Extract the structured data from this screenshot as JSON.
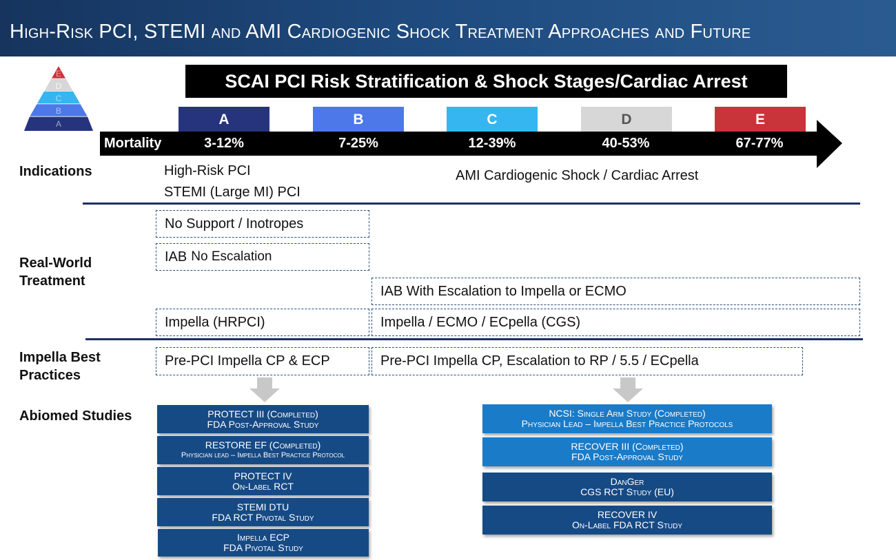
{
  "header": {
    "title": "High-Risk PCI, STEMI and AMI Cardiogenic Shock Treatment Approaches and Future"
  },
  "pyramid": {
    "levels": [
      {
        "letter": "E",
        "color": "#c9343a"
      },
      {
        "letter": "D",
        "color": "#d7d7d7"
      },
      {
        "letter": "C",
        "color": "#35b6f0"
      },
      {
        "letter": "B",
        "color": "#4c78ea"
      },
      {
        "letter": "A",
        "color": "#26347e"
      }
    ]
  },
  "banner": {
    "title": "SCAI PCI Risk Stratification & Shock Stages/Cardiac Arrest"
  },
  "stages": [
    {
      "letter": "A",
      "color": "#26347e",
      "mortality": "3-12%"
    },
    {
      "letter": "B",
      "color": "#4c78ea",
      "mortality": "7-25%"
    },
    {
      "letter": "C",
      "color": "#35b6f0",
      "mortality": "12-39%"
    },
    {
      "letter": "D",
      "color": "#d7d7d7",
      "mortality": "40-53%"
    },
    {
      "letter": "E",
      "color": "#c9343a",
      "mortality": "67-77%"
    }
  ],
  "mortality_label": "Mortality",
  "indications": {
    "label": "Indications",
    "left_line1": "High-Risk PCI",
    "left_line2": "STEMI (Large MI) PCI",
    "right": "AMI Cardiogenic Shock / Cardiac Arrest"
  },
  "real_world": {
    "label_line1": "Real-World",
    "label_line2": "Treatment",
    "box1": "No Support / Inotropes",
    "box2_main": "IAB",
    "box2_rest": "No Escalation",
    "box3": "IAB With Escalation to Impella or ECMO",
    "box4": "Impella (HRPCI)",
    "box5": "Impella / ECMO / ECpella (CGS)"
  },
  "best_practices": {
    "label_line1": "Impella Best",
    "label_line2": "Practices",
    "left": "Pre-PCI Impella CP & ECP",
    "right": "Pre-PCI Impella CP, Escalation to RP / 5.5 / ECpella"
  },
  "studies": {
    "label": "Abiomed Studies",
    "left": [
      {
        "line1": "PROTECT III (Completed)",
        "line2": "FDA Post-Approval Study"
      },
      {
        "line1": "RESTORE EF (Completed)",
        "line2": "Physician lead – Impella Best Practice Protocol"
      },
      {
        "line1": "PROTECT IV",
        "line2": "On-Label RCT"
      },
      {
        "line1": "STEMI DTU",
        "line2": "FDA RCT Pivotal Study"
      },
      {
        "line1": "Impella ECP",
        "line2": "FDA Pivotal Study"
      }
    ],
    "right": [
      {
        "line1": "NCSI: Single Arm Study (Completed)",
        "line2": "Physician Lead – Impella Best Practice Protocols"
      },
      {
        "line1": "RECOVER III (Completed)",
        "line2": "FDA Post-Approval Study"
      },
      {
        "line1": "DanGer",
        "line2": "CGS RCT Study (EU)"
      },
      {
        "line1": "RECOVER IV",
        "line2": "On-Label FDA RCT Study"
      }
    ]
  },
  "colors": {
    "rule": "#1b2f66",
    "study_dark": "#164a85",
    "study_light": "#1a7bc8"
  }
}
